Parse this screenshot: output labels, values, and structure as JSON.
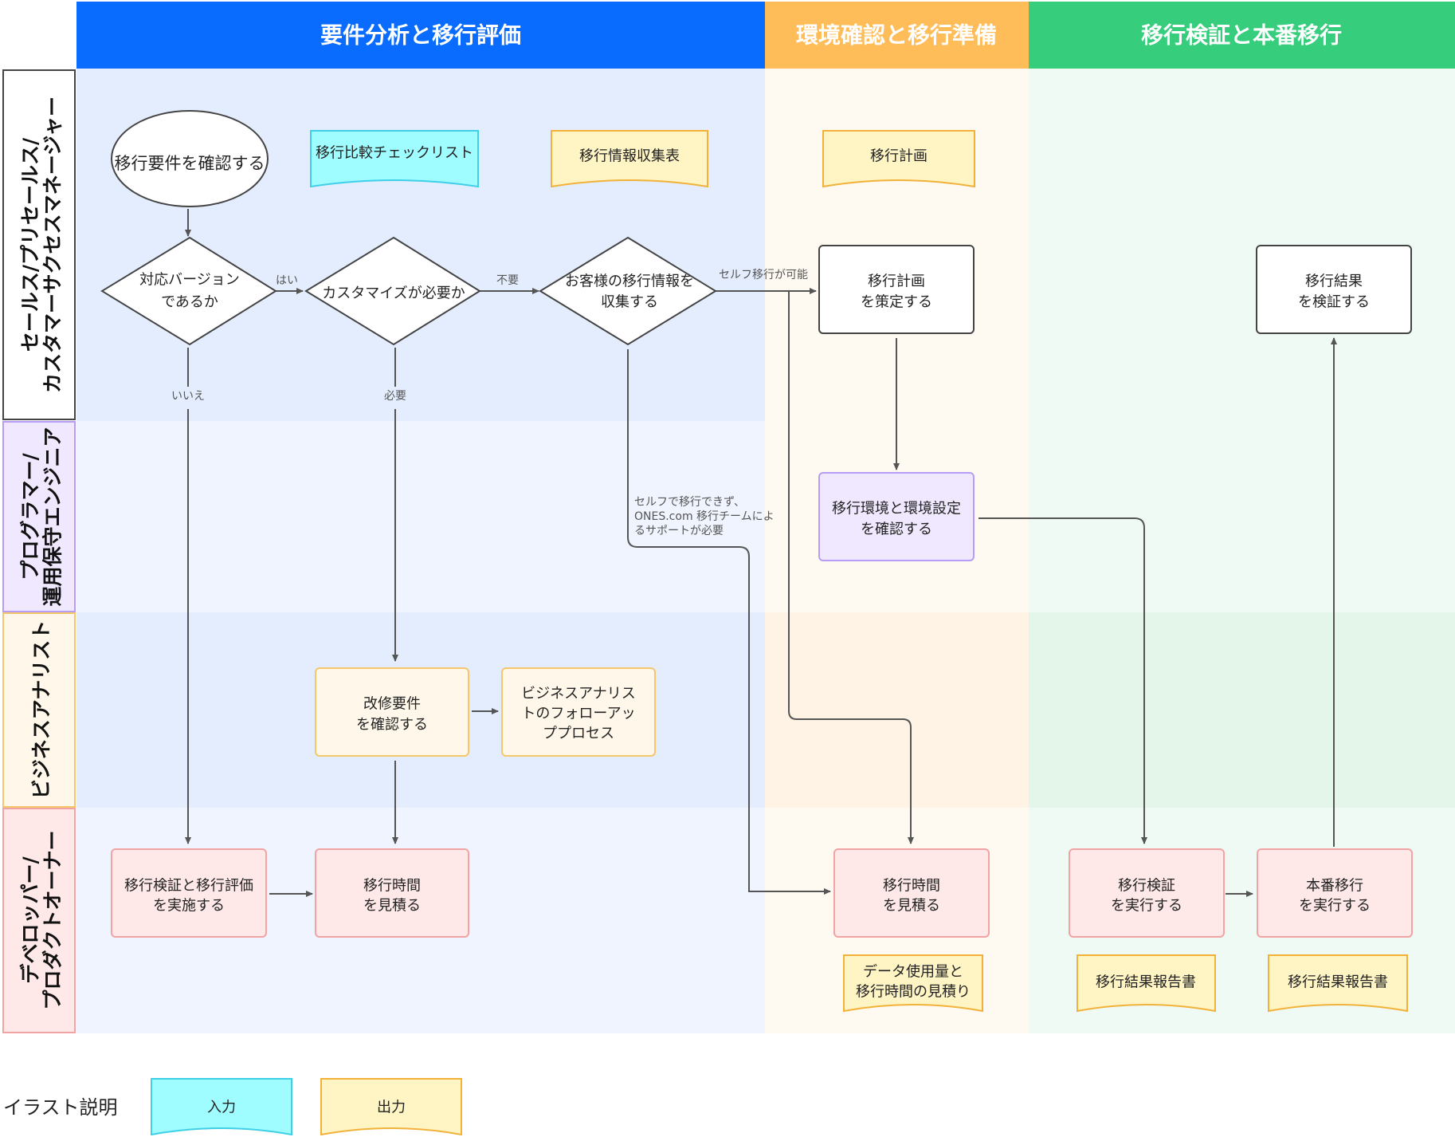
{
  "columns": [
    {
      "title": "要件分析と移行評価",
      "color": "#0a6cff"
    },
    {
      "title": "環境確認と移行準備",
      "color": "#ffbd59"
    },
    {
      "title": "移行検証と本番移行",
      "color": "#36cd7c"
    }
  ],
  "lanes": [
    {
      "lines": [
        "セールス/プリセールス/",
        "カスタマーサクセスマネージャー"
      ]
    },
    {
      "lines": [
        "プログラマー/",
        "運用保守エンジニア"
      ]
    },
    {
      "lines": [
        "ビジネスアナリスト"
      ]
    },
    {
      "lines": [
        "デベロッパー/",
        "プロダクトオーナー"
      ]
    }
  ],
  "nodes": {
    "start": [
      "移行要件を確認する"
    ],
    "doc_checklist": [
      "移行比較チェックリスト"
    ],
    "doc_info_sheet": [
      "移行情報収集表"
    ],
    "doc_plan": [
      "移行計画"
    ],
    "decision_version": [
      "対応バージョン",
      "であるか"
    ],
    "decision_customize": [
      "カスタマイズが必要か"
    ],
    "decision_collect": [
      "お客様の移行情報を",
      "収集する"
    ],
    "plan": [
      "移行計画",
      "を策定する"
    ],
    "result_verify": [
      "移行結果",
      "を検証する"
    ],
    "env_confirm": [
      "移行環境と環境設定",
      "を確認する"
    ],
    "mod_requirements": [
      "改修要件",
      "を確認する"
    ],
    "ba_followup": [
      "ビジネスアナリス",
      "トのフォローアッ",
      "ププロセス"
    ],
    "verify_eval": [
      "移行検証と移行評価",
      "を実施する"
    ],
    "estimate_time_1": [
      "移行時間",
      "を見積る"
    ],
    "estimate_time_2": [
      "移行時間",
      "を見積る"
    ],
    "exec_verify": [
      "移行検証",
      "を実行する"
    ],
    "exec_prod": [
      "本番移行",
      "を実行する"
    ],
    "doc_data_estimate": [
      "データ使用量と",
      "移行時間の見積り"
    ],
    "doc_report_1": [
      "移行結果報告書"
    ],
    "doc_report_2": [
      "移行結果報告書"
    ]
  },
  "edge_labels": {
    "yes": "はい",
    "no_need": "不要",
    "self_possible": "セルフ移行が可能",
    "no": "いいえ",
    "need": "必要",
    "self_not_possible": [
      "セルフで移行できず、",
      "ONES.com 移行チームによ",
      "るサポートが必要"
    ]
  },
  "legend": {
    "title": "イラスト説明",
    "input_label": "入力",
    "output_label": "出力"
  },
  "colors": {
    "lane_sales": "#e3edfe",
    "lane_programmer": "#eff4fe",
    "lane_ba": "#e3edfe",
    "lane_dev": "#eff4fe",
    "input_doc_fill": "#9ffcff",
    "input_doc_stroke": "#3fd0e8",
    "output_doc_fill": "#fff4c4",
    "output_doc_stroke": "#f2b23a",
    "programmer_node_fill": "#f0e8fe",
    "programmer_node_stroke": "#b79cf5",
    "ba_node_fill": "#fff8ea",
    "ba_node_stroke": "#f5c66a",
    "dev_node_fill": "#fee8e8",
    "dev_node_stroke": "#f2a3a3"
  }
}
